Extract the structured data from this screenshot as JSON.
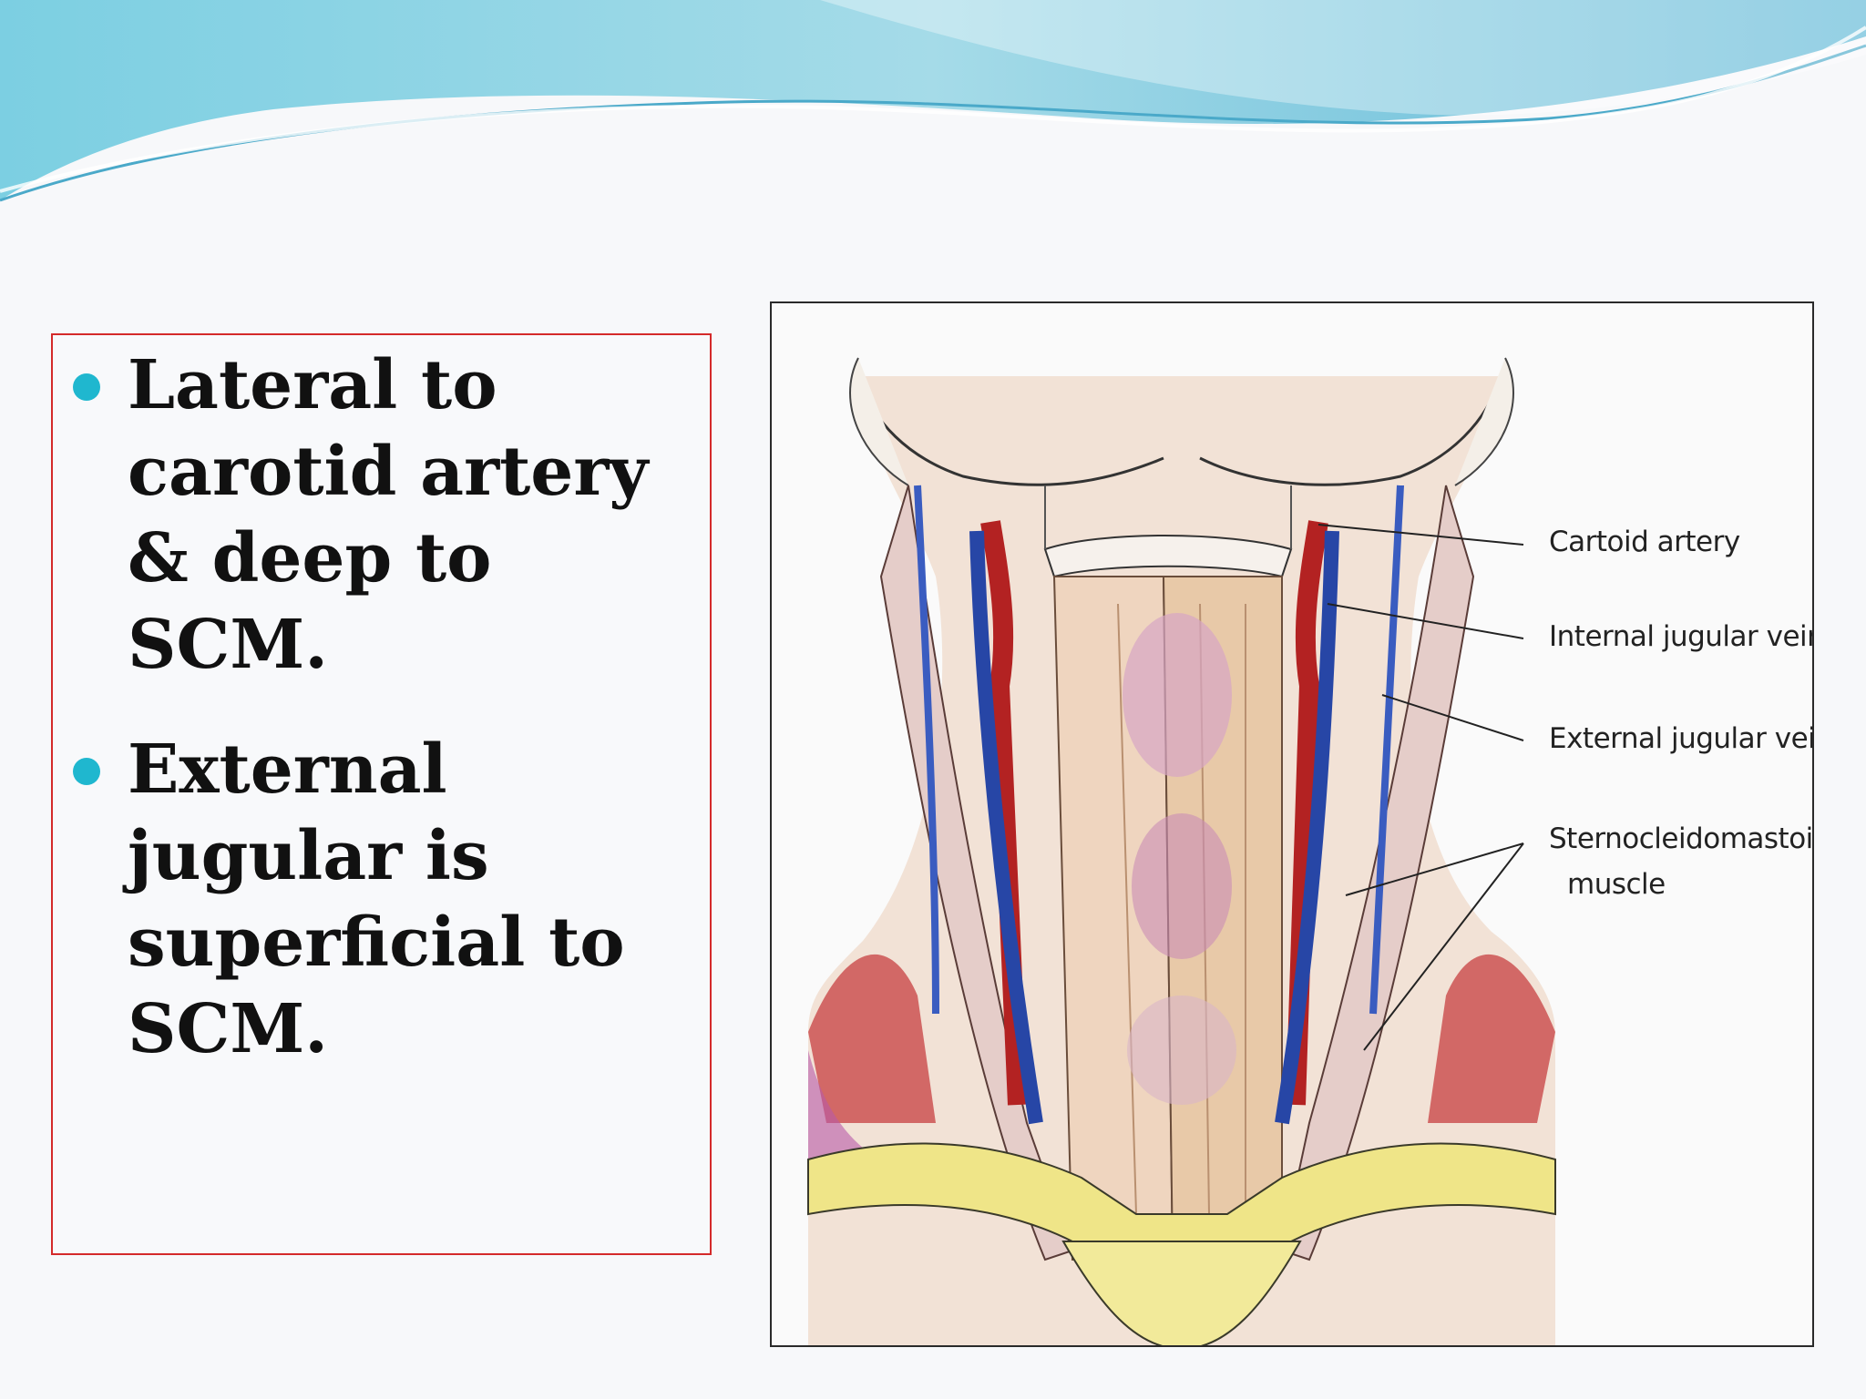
{
  "bullets": [
    "Lateral to carotid artery & deep to SCM.",
    "External jugular is superficial to SCM."
  ],
  "figure": {
    "labels": {
      "carotid": "Cartoid artery",
      "internal_jugular": "Internal jugular vein",
      "external_jugular": "External jugular vein",
      "scm_line1": "Sternocleidomastoid",
      "scm_line2": "muscle"
    }
  },
  "colors": {
    "accent_bullet": "#1fb7cf",
    "box_border": "#d42a2a",
    "wave_light": "#a9dde8",
    "wave_dark": "#5fb8d6"
  },
  "icons": {
    "bullet": "circle-bullet"
  }
}
